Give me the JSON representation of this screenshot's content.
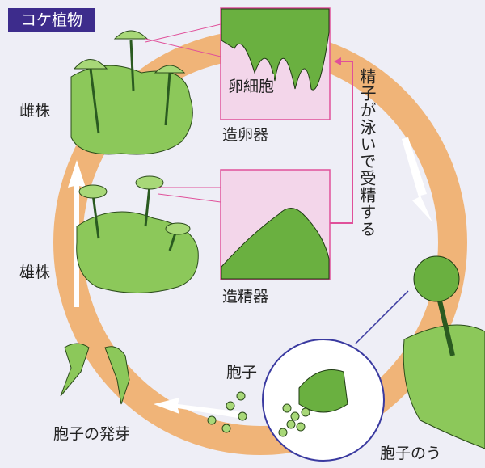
{
  "title": "コケ植物",
  "labels": {
    "female_plant": "雌株",
    "male_plant": "雄株",
    "egg_cell": "卵細胞",
    "archegonium": "造卵器",
    "antheridium": "造精器",
    "fertilization": "精子が泳いで受精する",
    "spore": "胞子",
    "germination": "胞子の発芽",
    "sporangium": "胞子のう"
  },
  "colors": {
    "cycle_ring": "#f0b478",
    "title_bg": "#3d2c8c",
    "inset_box": "#f3d6ea",
    "inset_border": "#e0509a",
    "plant_green": "#7cc04a",
    "magnifier": "#3a3aa0"
  }
}
